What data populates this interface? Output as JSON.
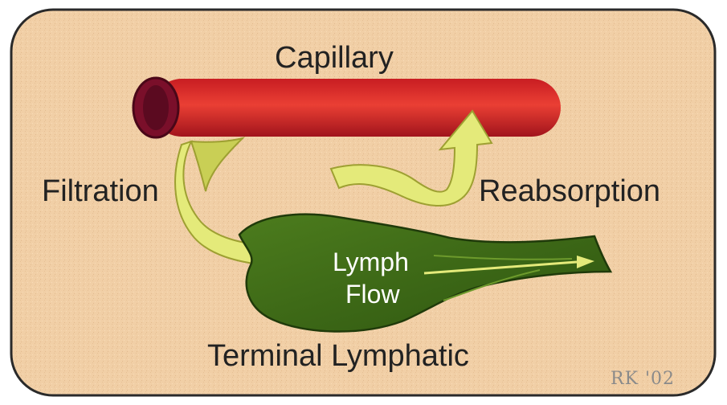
{
  "capillary_label": "Capillary",
  "filtration_label": "Filtration",
  "reabsorption_label": "Reabsorption",
  "lymph_flow_line1": "Lymph",
  "lymph_flow_line2": "Flow",
  "terminal_lymphatic_label": "Terminal Lymphatic",
  "signature": "RK '02",
  "colors": {
    "background": "#f1cfa6",
    "capillary": "#d62b26",
    "capillary_dark": "#8b1020",
    "capillary_end": "#6e0f28",
    "lymphatic": "#3f6a17",
    "lymphatic_dark": "#23410b",
    "arrow": "#e4ea7a",
    "arrow_shadow": "#a8ad35"
  }
}
